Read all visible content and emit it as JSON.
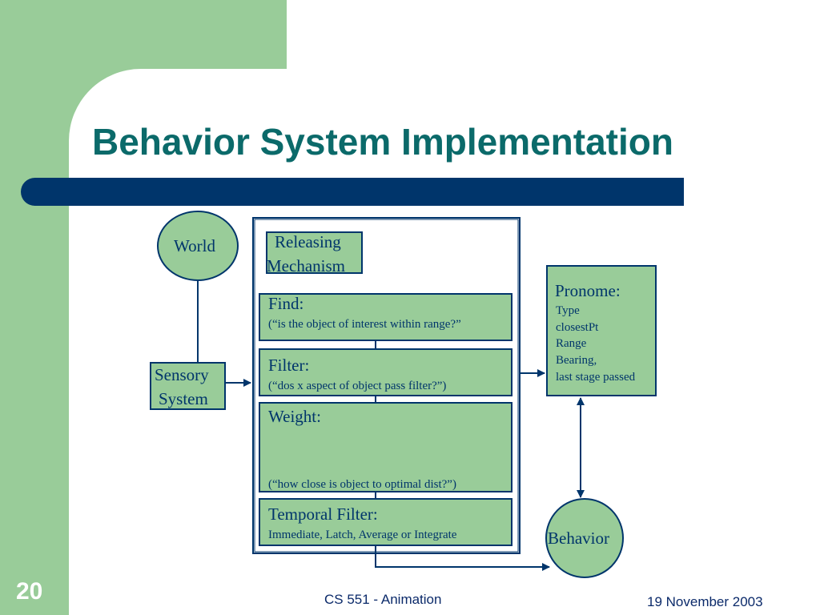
{
  "slide": {
    "title": "Behavior System Implementation",
    "number": "20",
    "footer_center": "CS 551 - Animation",
    "footer_date": "19 November 2003"
  },
  "colors": {
    "slide_green": "#99cc99",
    "title_teal": "#0b6a6a",
    "navy": "#00356b"
  },
  "diagram": {
    "world": "World",
    "sensory_line1": "Sensory",
    "sensory_line2": "System",
    "releasing_line1": "Releasing",
    "releasing_line2": "Mechanism",
    "find_title": "Find:",
    "find_desc": "(“is the object of interest within range?”",
    "filter_title": "Filter:",
    "filter_desc": "(“dos x aspect of object pass filter?”)",
    "weight_title": "Weight:",
    "weight_desc": "(“how close is object to optimal dist?”)",
    "temporal_title": "Temporal Filter:",
    "temporal_desc": "Immediate, Latch, Average or Integrate",
    "pronome_title": "Pronome:",
    "pronome_items": [
      "Type",
      "closestPt",
      "Range",
      "Bearing,",
      "last stage passed"
    ],
    "behavior": "Behavior"
  }
}
